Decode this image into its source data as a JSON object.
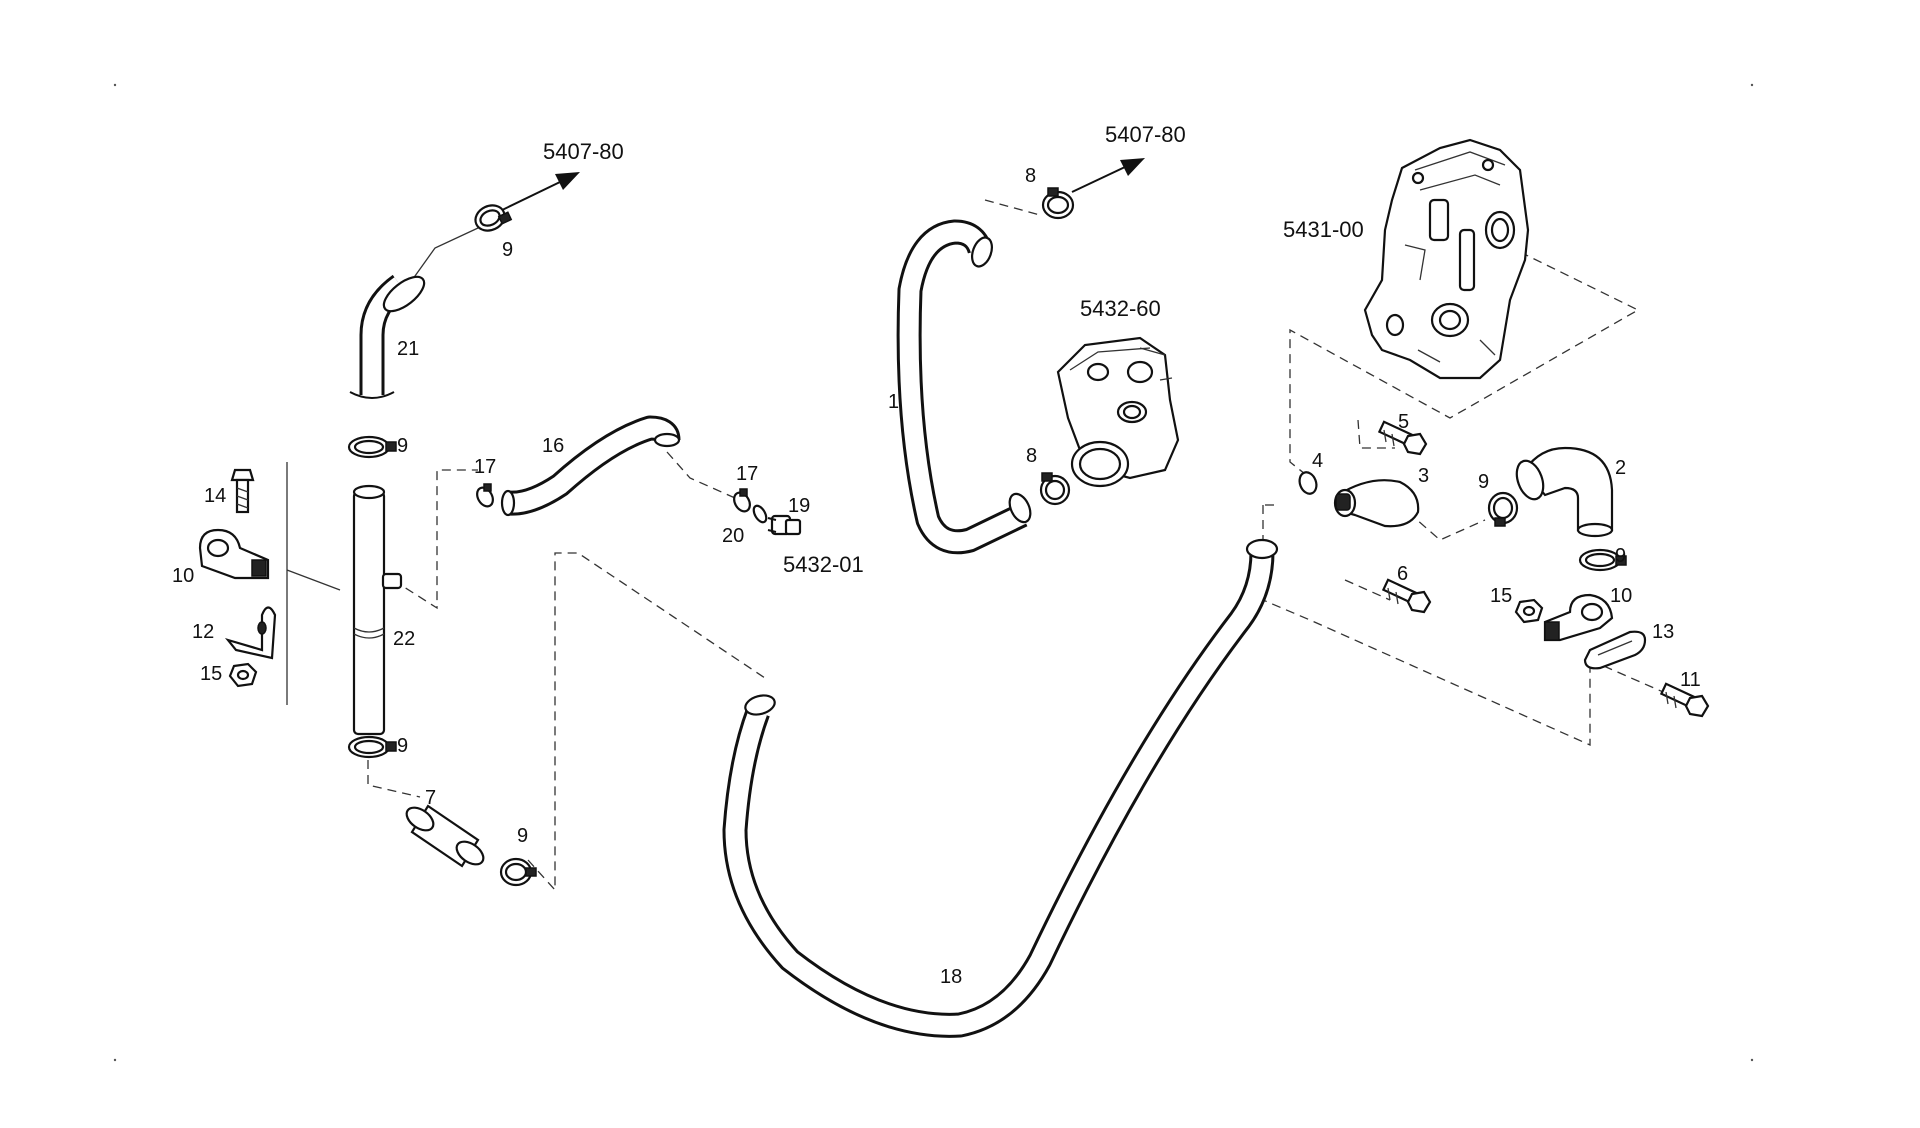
{
  "title": "",
  "references": {
    "left_arrow": "5407-80",
    "right_arrow": "5407-80",
    "thermostat_housing": "5432-60",
    "cylinder_head_cover": "5431-00",
    "fitting": "5432-01"
  },
  "callouts": {
    "c1": "1",
    "c2": "2",
    "c3": "3",
    "c4": "4",
    "c5": "5",
    "c6": "6",
    "c7": "7",
    "c8a": "8",
    "c8b": "8",
    "c9a": "9",
    "c9b": "9",
    "c9c": "9",
    "c9d": "9",
    "c9e": "9",
    "c9f": "9",
    "c10a": "10",
    "c10b": "10",
    "c11": "11",
    "c12": "12",
    "c13": "13",
    "c14": "14",
    "c15a": "15",
    "c15b": "15",
    "c16": "16",
    "c17a": "17",
    "c17b": "17",
    "c18": "18",
    "c19": "19",
    "c20": "20",
    "c21": "21",
    "c22": "22"
  }
}
